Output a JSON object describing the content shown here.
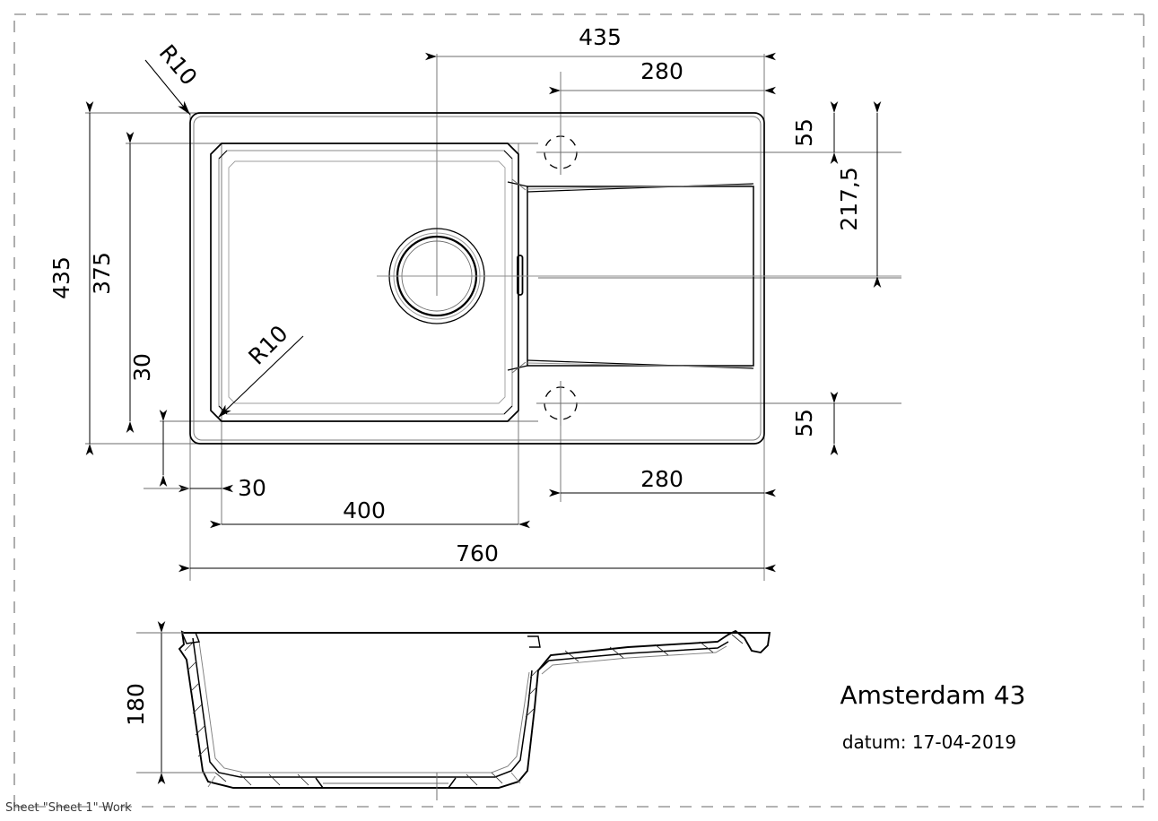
{
  "document": {
    "title": "Amsterdam 43",
    "date_label": "datum: 17-04-2019",
    "footer": "Sheet \"Sheet 1\" Work",
    "units": "mm",
    "drawing_type": "engineering-dimension-drawing",
    "subject": "kitchen sink with drainer board"
  },
  "colors": {
    "line": "#000000",
    "thin_line": "#595959",
    "border": "#9a9a9a",
    "background": "#ffffff"
  },
  "views": {
    "top_view": {
      "name": "top view",
      "dimensions": {
        "overall_width": "760",
        "overall_height": "435",
        "bowl_width": "400",
        "bowl_height": "375",
        "offset_left": "30",
        "offset_top": "30",
        "drain_from_left": "435",
        "taphole_from_right_top": "280",
        "taphole_from_right_bottom": "280",
        "taphole_inset_top": "55",
        "taphole_inset_bottom": "55",
        "centerline_from_top": "217,5"
      },
      "radius_callouts": [
        {
          "label": "R10",
          "target": "outer-top-left-corner"
        },
        {
          "label": "R10",
          "target": "bowl-bottom-left-corner"
        }
      ]
    },
    "section_view": {
      "name": "section view",
      "dimensions": {
        "depth": "180"
      }
    }
  },
  "dimension_labels": {
    "d435_top": "435",
    "d280_top": "280",
    "d55_top": "55",
    "d2175": "217,5",
    "d55_bottom": "55",
    "d435_left": "435",
    "d375_left": "375",
    "d30_left": "30",
    "r10_upper": "R10",
    "r10_lower": "R10",
    "d30_bottom": "30",
    "d400_bottom": "400",
    "d760_bottom": "760",
    "d280_bottom": "280",
    "d180_section": "180"
  }
}
